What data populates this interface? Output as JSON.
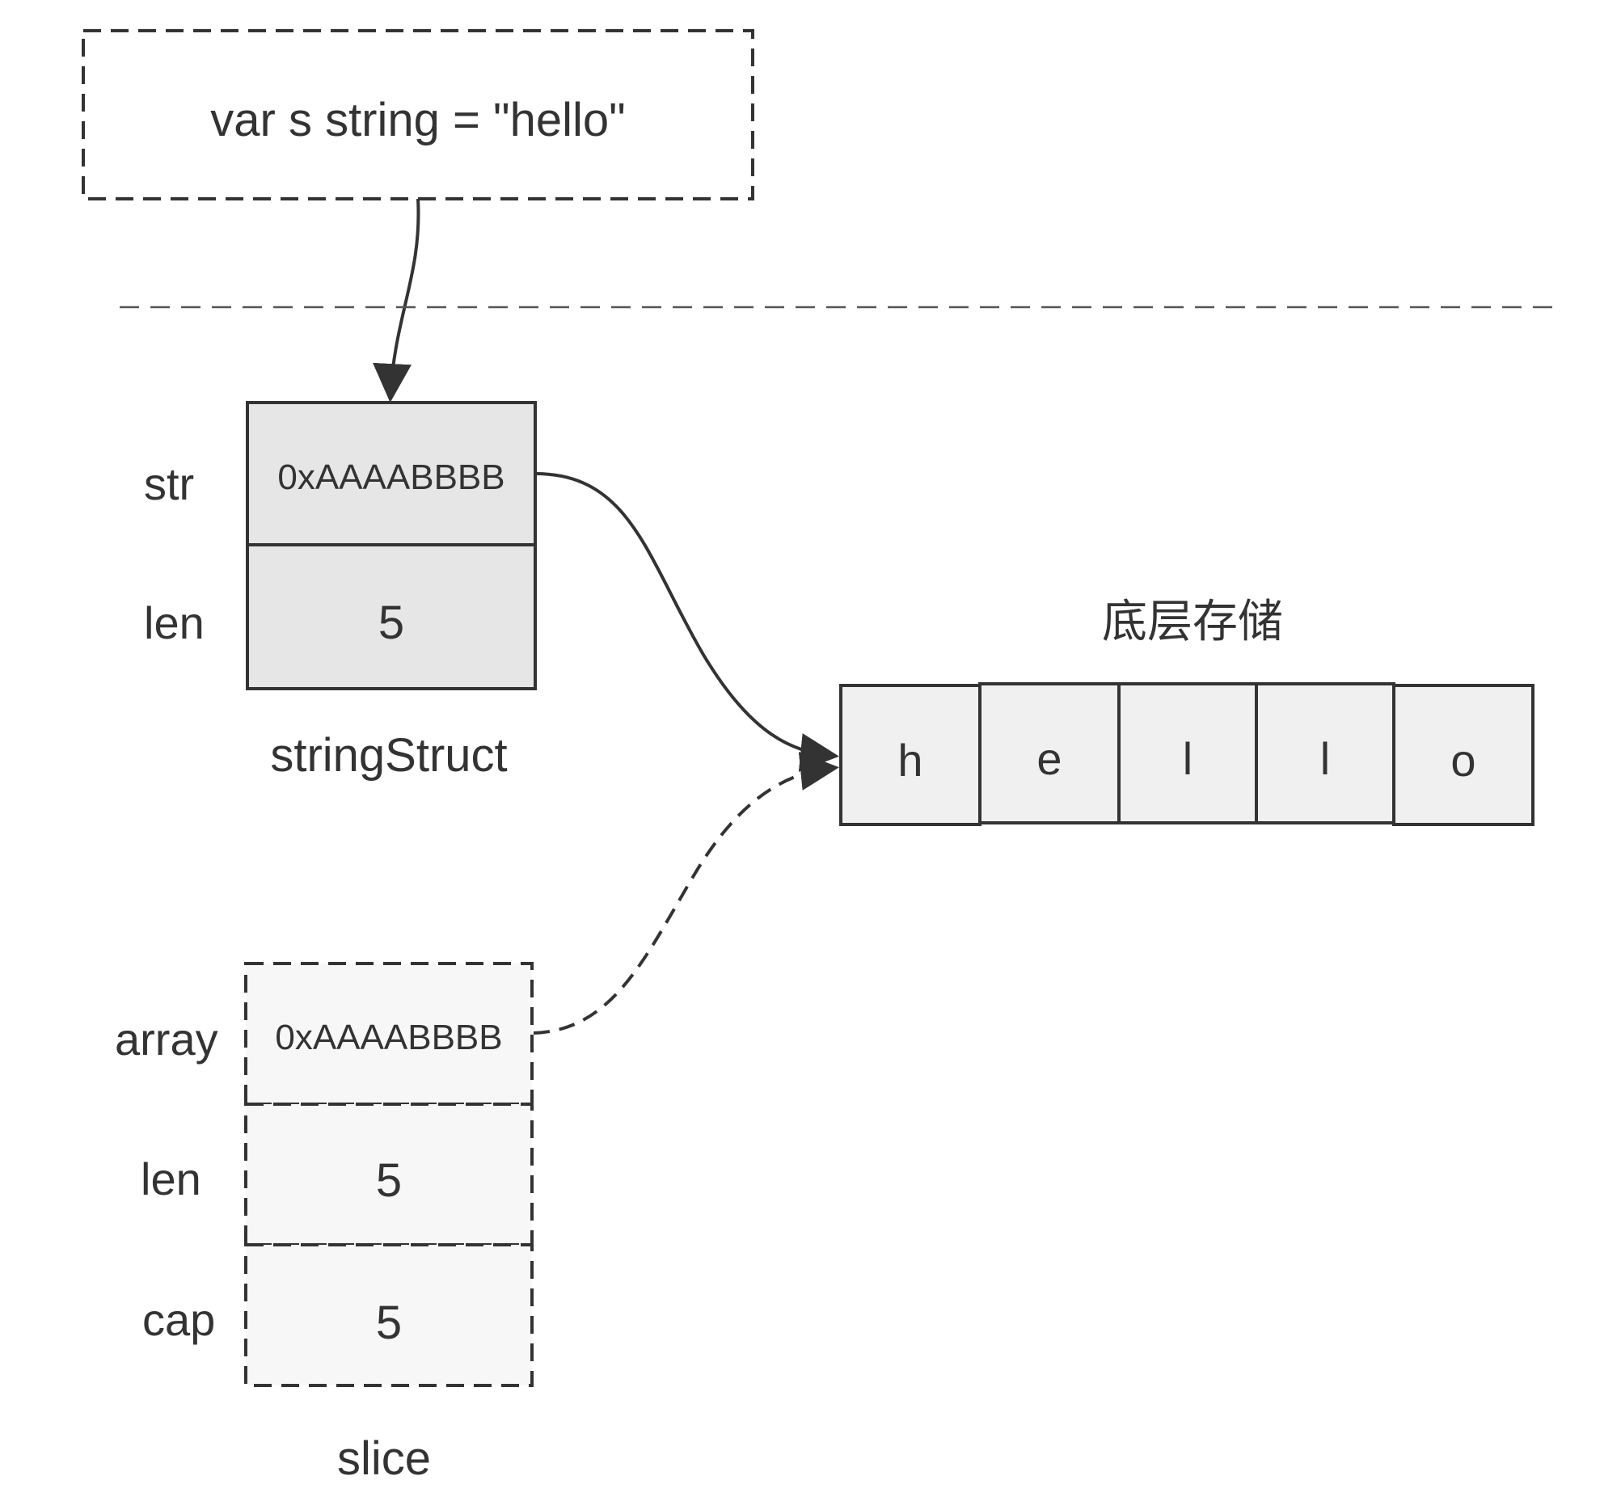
{
  "declaration": {
    "code": "var s string = \"hello\""
  },
  "string_struct": {
    "name": "stringStruct",
    "fields": [
      {
        "label": "str",
        "value": "0xAAAABBBB"
      },
      {
        "label": "len",
        "value": "5"
      }
    ]
  },
  "storage": {
    "title": "底层存储",
    "bytes": [
      "h",
      "e",
      "l",
      "l",
      "o"
    ]
  },
  "slice": {
    "name": "slice",
    "fields": [
      {
        "label": "array",
        "value": "0xAAAABBBB"
      },
      {
        "label": "len",
        "value": "5"
      },
      {
        "label": "cap",
        "value": "5"
      }
    ]
  },
  "colors": {
    "stroke": "#333333",
    "struct_fill": "#e6e6e6",
    "storage_fill": "#f0f0f0",
    "slice_fill": "#f7f7f7"
  }
}
